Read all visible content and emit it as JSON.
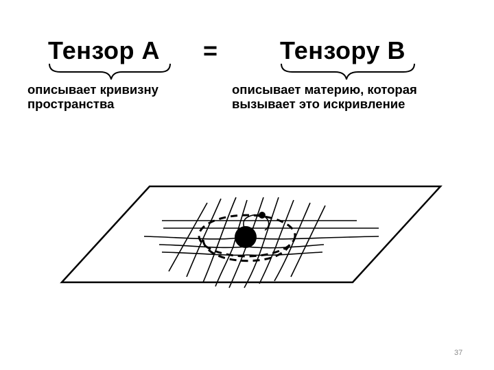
{
  "slide": {
    "left_term": {
      "title": "Тензор А",
      "description_lines": [
        "описывает кривизну",
        "пространства"
      ]
    },
    "operator": "=",
    "right_term": {
      "title": "Тензору В",
      "description_lines": [
        "описывает материю, которая",
        "вызывает это искривление"
      ]
    },
    "page_number": "37"
  }
}
